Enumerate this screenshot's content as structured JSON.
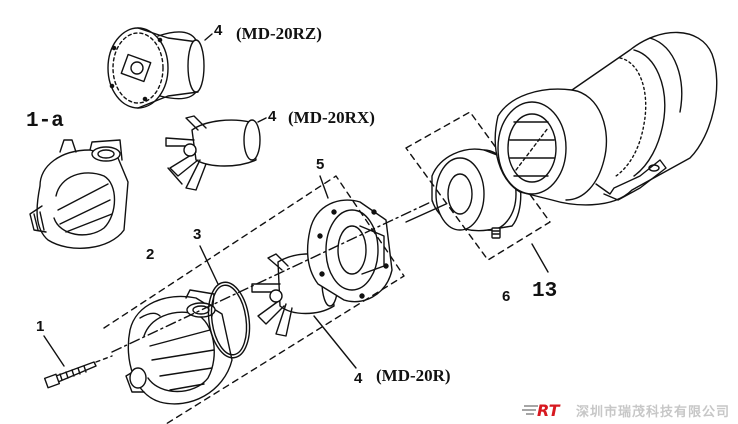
{
  "callouts": [
    {
      "id": "model-rz",
      "number": "4",
      "model": "(MD-20RZ)"
    },
    {
      "id": "model-rx",
      "number": "4",
      "model": "(MD-20RX)"
    },
    {
      "id": "model-r",
      "number": "4",
      "model": "(MD-20R)"
    }
  ],
  "labels": {
    "part_1a": "1-a",
    "part_1": "1",
    "part_2": "2",
    "part_3": "3",
    "part_5": "5",
    "part_6": "6",
    "part_13": "13"
  },
  "watermark": {
    "logo_text": "RT",
    "company": "深圳市瑞茂科技有限公司",
    "logo_color": "#d71920"
  }
}
